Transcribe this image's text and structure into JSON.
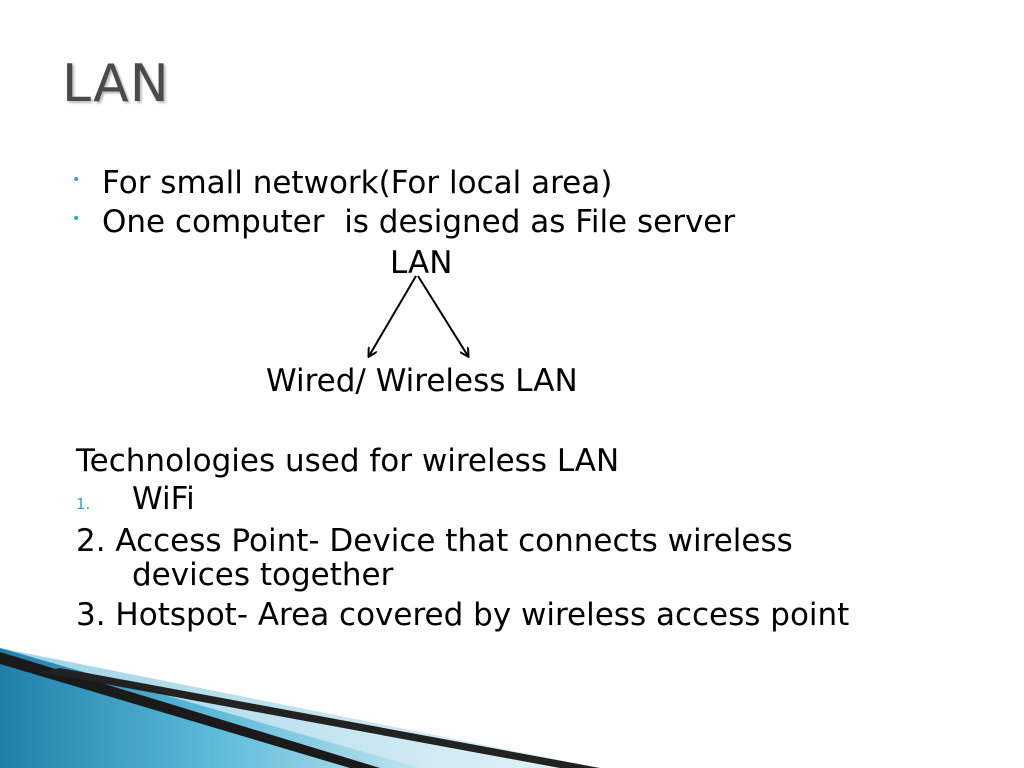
{
  "slide": {
    "title": "LAN",
    "bullets": [
      "For small network(For local area)",
      "One computer  is designed as File server"
    ],
    "diagram": {
      "root": "LAN",
      "children_label": "Wired/ Wireless LAN"
    },
    "technologies": {
      "heading": "Technologies used for wireless LAN",
      "item1_number": "1.",
      "item1_text": "WiFi",
      "item2_line1": "2. Access Point- Device that connects wireless",
      "item2_line2": "devices together",
      "item3": "3. Hotspot- Area covered by wireless access point"
    }
  },
  "theme": {
    "bullet_color": "#3aa0bf",
    "title_color": "#4a4a4a",
    "accent_blue": "#2b8fb5"
  }
}
